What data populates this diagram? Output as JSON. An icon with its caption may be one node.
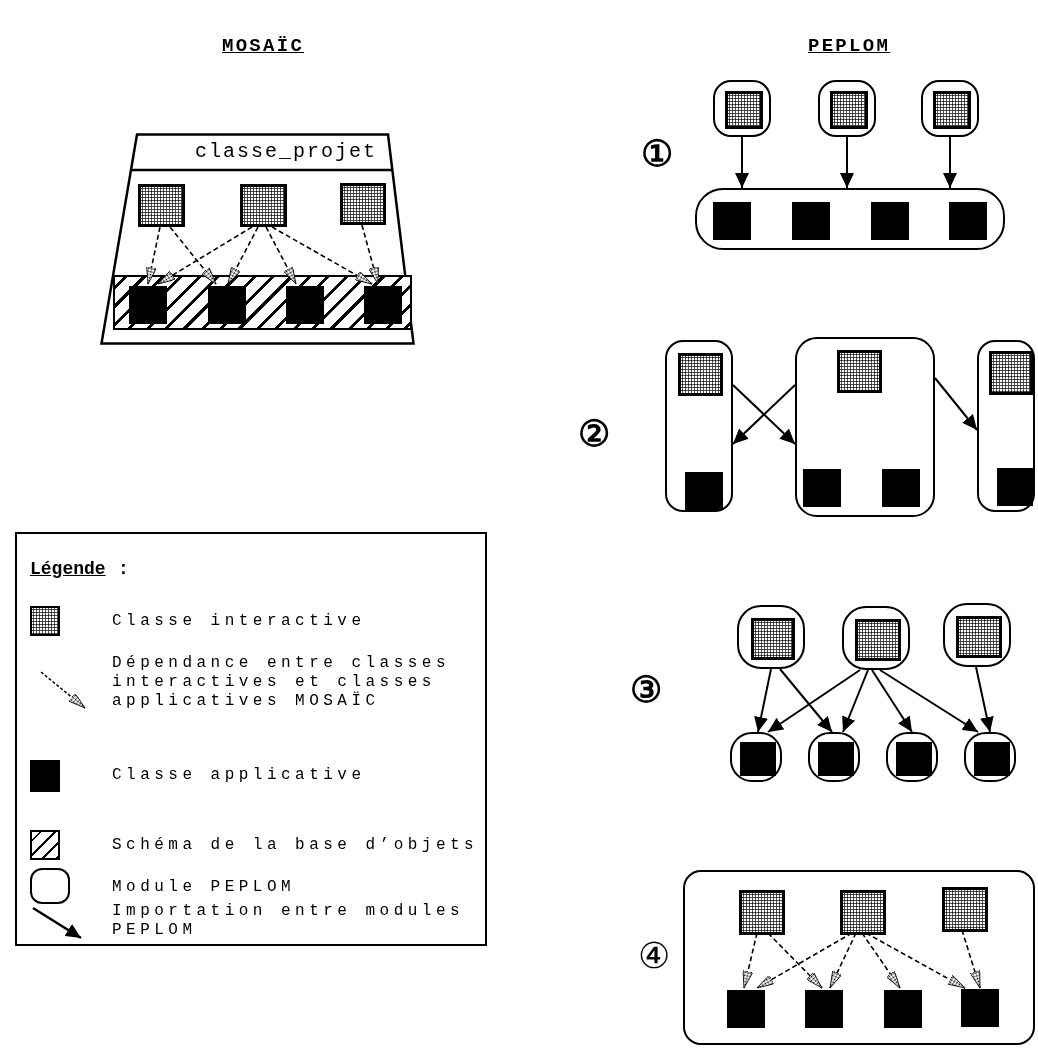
{
  "diagram": {
    "nodes": [
      {
        "text": [
          "classe_projet"
        ]
      },
      {
        "text": [],
        "shape": "box",
        "in": 0
      },
      {
        "text": [],
        "shape": "box",
        "in": 0
      },
      {
        "text": [],
        "shape": "box",
        "in": 0
      },
      {
        "text": [],
        "shape": "bar",
        "in": 0
      },
      {
        "text": [],
        "shape": "square",
        "in": 4
      },
      {
        "text": [],
        "shape": "square",
        "in": 4
      },
      {
        "text": [],
        "shape": "square",
        "in": 4
      },
      {
        "text": [],
        "shape": "square",
        "in": 4
      },
      {
        "text": [],
        "shape": "roundrect"
      },
      {
        "text": [],
        "shape": "box",
        "in": 9
      },
      {
        "text": [],
        "shape": "roundrect"
      },
      {
        "text": [],
        "shape": "box",
        "in": 11
      },
      {
        "text": [],
        "shape": "roundrect"
      },
      {
        "text": [],
        "shape": "box",
        "in": 13
      },
      {
        "text": [],
        "shape": "roundrect"
      },
      {
        "text": [],
        "shape": "square",
        "in": 15
      },
      {
        "text": [],
        "shape": "square",
        "in": 15
      },
      {
        "text": [],
        "shape": "square",
        "in": 15
      },
      {
        "text": [],
        "shape": "square",
        "in": 15
      },
      {
        "text": [],
        "shape": "roundrect"
      },
      {
        "text": [],
        "shape": "box",
        "in": 20
      },
      {
        "text": [],
        "shape": "square",
        "in": 20
      },
      {
        "text": [],
        "shape": "roundrect"
      },
      {
        "text": [],
        "shape": "box",
        "in": 23
      },
      {
        "text": [],
        "shape": "square",
        "in": 23
      },
      {
        "text": [],
        "shape": "square",
        "in": 23
      },
      {
        "text": [],
        "shape": "roundrect"
      },
      {
        "text": [],
        "shape": "box",
        "in": 27
      },
      {
        "text": [],
        "shape": "square",
        "in": 27
      },
      {
        "text": [],
        "shape": "roundrect"
      },
      {
        "text": [],
        "shape": "box",
        "in": 30
      },
      {
        "text": [],
        "shape": "roundrect"
      },
      {
        "text": [],
        "shape": "box",
        "in": 32
      },
      {
        "text": [],
        "shape": "roundrect"
      },
      {
        "text": [],
        "shape": "box",
        "in": 34
      },
      {
        "text": [],
        "shape": "roundrect"
      },
      {
        "text": [],
        "shape": "square",
        "in": 36
      },
      {
        "text": [],
        "shape": "roundrect"
      },
      {
        "text": [],
        "shape": "square",
        "in": 38
      },
      {
        "text": [],
        "shape": "roundrect"
      },
      {
        "text": [],
        "shape": "square",
        "in": 40
      },
      {
        "text": [],
        "shape": "roundrect"
      },
      {
        "text": [],
        "shape": "square",
        "in": 42
      },
      {
        "text": [],
        "shape": "roundrect"
      },
      {
        "text": [],
        "shape": "box",
        "in": 44
      },
      {
        "text": [],
        "shape": "box",
        "in": 44
      },
      {
        "text": [],
        "shape": "box",
        "in": 44
      },
      {
        "text": [],
        "shape": "square",
        "in": 44
      },
      {
        "text": [],
        "shape": "square",
        "in": 44
      },
      {
        "text": [],
        "shape": "square",
        "in": 44
      },
      {
        "text": [],
        "shape": "square",
        "in": 44
      }
    ],
    "edges": [
      {
        "from": 1,
        "to": 5,
        "arrow": "to",
        "style": "dashed"
      },
      {
        "from": 1,
        "to": 6,
        "arrow": "to",
        "style": "dashed"
      },
      {
        "from": 2,
        "to": 5,
        "arrow": "to",
        "style": "dashed"
      },
      {
        "from": 2,
        "to": 6,
        "arrow": "to",
        "style": "dashed"
      },
      {
        "from": 2,
        "to": 7,
        "arrow": "to",
        "style": "dashed"
      },
      {
        "from": 2,
        "to": 8,
        "arrow": "to",
        "style": "dashed"
      },
      {
        "from": 3,
        "to": 8,
        "arrow": "to",
        "style": "dashed"
      },
      {
        "from": 9,
        "to": 15,
        "arrow": "to"
      },
      {
        "from": 11,
        "to": 15,
        "arrow": "to"
      },
      {
        "from": 13,
        "to": 15,
        "arrow": "to"
      },
      {
        "from": 20,
        "to": 23,
        "arrow": "to"
      },
      {
        "from": 23,
        "to": 20,
        "arrow": "to"
      },
      {
        "from": 23,
        "to": 27,
        "arrow": "to"
      },
      {
        "from": 30,
        "to": 36,
        "arrow": "to"
      },
      {
        "from": 30,
        "to": 38,
        "arrow": "to"
      },
      {
        "from": 32,
        "to": 36,
        "arrow": "to"
      },
      {
        "from": 32,
        "to": 38,
        "arrow": "to"
      },
      {
        "from": 32,
        "to": 40,
        "arrow": "to"
      },
      {
        "from": 32,
        "to": 42,
        "arrow": "to"
      },
      {
        "from": 34,
        "to": 42,
        "arrow": "to"
      },
      {
        "from": 45,
        "to": 48,
        "arrow": "to",
        "style": "dashed"
      },
      {
        "from": 45,
        "to": 49,
        "arrow": "to",
        "style": "dashed"
      },
      {
        "from": 46,
        "to": 48,
        "arrow": "to",
        "style": "dashed"
      },
      {
        "from": 46,
        "to": 49,
        "arrow": "to",
        "style": "dashed"
      },
      {
        "from": 46,
        "to": 50,
        "arrow": "to",
        "style": "dashed"
      },
      {
        "from": 46,
        "to": 51,
        "arrow": "to",
        "style": "dashed"
      },
      {
        "from": 47,
        "to": 51,
        "arrow": "to",
        "style": "dashed"
      }
    ],
    "labels": [
      "MOSAÏC",
      "PEPLOM",
      "①",
      "②",
      "③",
      "④",
      "Légende",
      ":"
    ],
    "legend": [
      {
        "text": "Classe interactive"
      },
      {
        "text": "Dépendance entre classes interactives et classes applicatives MOSAÏC"
      },
      {
        "text": "Classe applicative"
      },
      {
        "text": "Schéma de la base d’objets"
      },
      {
        "text": "Module PEPLOM"
      },
      {
        "text": "Importation entre modules PEPLOM"
      }
    ]
  }
}
